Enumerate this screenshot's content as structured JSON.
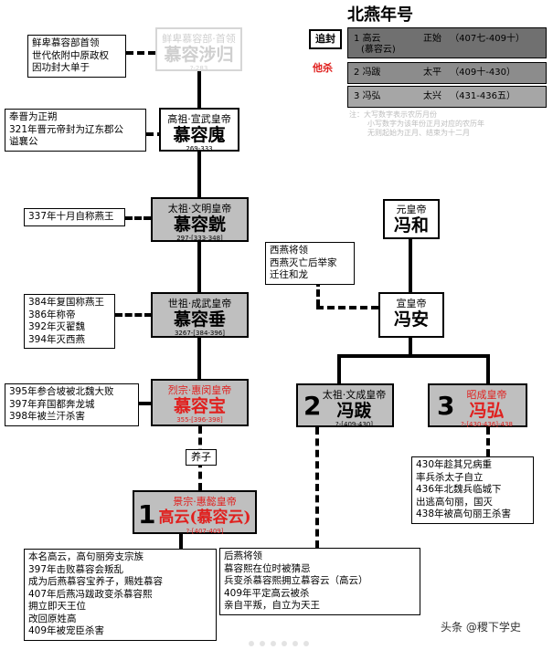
{
  "title": "北燕年号",
  "legend": {
    "tag_usurp": "追封",
    "tag_killed": "他杀",
    "rows": [
      {
        "num": "1",
        "name": "高云",
        "name2": "(慕容云)",
        "era": "正始",
        "years": "（407七-409十）"
      },
      {
        "num": "2",
        "name": "冯跋",
        "era": "太平",
        "years": "（409十-430）"
      },
      {
        "num": "3",
        "name": "冯弘",
        "era": "太兴",
        "years": "（431-436五）"
      }
    ],
    "note1": "注：大写数字表示农历月份",
    "note2": "小写数字为该年份正月对应的农历年",
    "note3": "无则起始为正月、结束为十二月"
  },
  "persons": {
    "she_gui": {
      "title": "鲜卑慕容部·首领",
      "name": "慕容涉归",
      "years": "?-283"
    },
    "hui": {
      "title": "高祖·宣武皇帝",
      "name": "慕容廆",
      "years": "269-333"
    },
    "huang": {
      "title": "太祖·文明皇帝",
      "name": "慕容皝",
      "years": "297-[333-348]"
    },
    "chui": {
      "title": "世祖·成武皇帝",
      "name": "慕容垂",
      "years": "3267-[384-396]"
    },
    "bao": {
      "title": "烈宗·惠闵皇帝",
      "name": "慕容宝",
      "years": "355-[396-398]"
    },
    "yun": {
      "number": "1",
      "title": "景宗·惠懿皇帝",
      "name": "高云(慕容云)",
      "years": "?-[407-409]"
    },
    "he": {
      "title": "元皇帝",
      "name": "冯和"
    },
    "an": {
      "title": "宣皇帝",
      "name": "冯安"
    },
    "ba": {
      "number": "2",
      "title": "太祖·文成皇帝",
      "name": "冯跋",
      "years": "?-[409-430]"
    },
    "hong": {
      "number": "3",
      "title": "昭成皇帝",
      "name": "冯弘",
      "years": "?-[430-436]-438"
    }
  },
  "adopted_label": "养子",
  "notes": {
    "she_gui": [
      "鲜卑慕容部首领",
      "世代依附中原政权",
      "因功封大单于"
    ],
    "hui": [
      "奉晋为正朔",
      "321年晋元帝封为辽东郡公",
      "谥襄公"
    ],
    "huang": [
      "337年十月自称燕王"
    ],
    "chui": [
      "384年复国称燕王",
      "386年称帝",
      "392年灭翟魏",
      "394年灭西燕"
    ],
    "bao": [
      "395年参合坡被北魏大败",
      "397年弃国都奔龙城",
      "398年被兰汗杀害"
    ],
    "an": [
      "西燕将领",
      "西燕灭亡后举家",
      "迁往和龙"
    ],
    "hong": [
      "430年趁其兄病重",
      "率兵杀太子自立",
      "436年北魏兵临城下",
      "出逃高句丽，国灭",
      "438年被高句丽王杀害"
    ],
    "yun": [
      "本名高云，高句丽旁支宗族",
      "397年击败慕容会叛乱",
      "成为后燕慕容宝养子，赐姓慕容",
      "407年后燕冯跋政变杀慕容熙",
      "拥立即天王位",
      "改回原姓高",
      "409年被宠臣杀害"
    ],
    "ba": [
      "后燕将领",
      "慕容熙在位时被猜忌",
      "兵变杀慕容熙拥立慕容云（高云）",
      "409年平定高云被杀",
      "亲自平叛，自立为天王"
    ]
  },
  "watermark": "头条 @稷下学史",
  "colors": {
    "accent_red": "#e0201e",
    "box_gray": "#bfbfbf",
    "legend_dark": "#707070"
  }
}
